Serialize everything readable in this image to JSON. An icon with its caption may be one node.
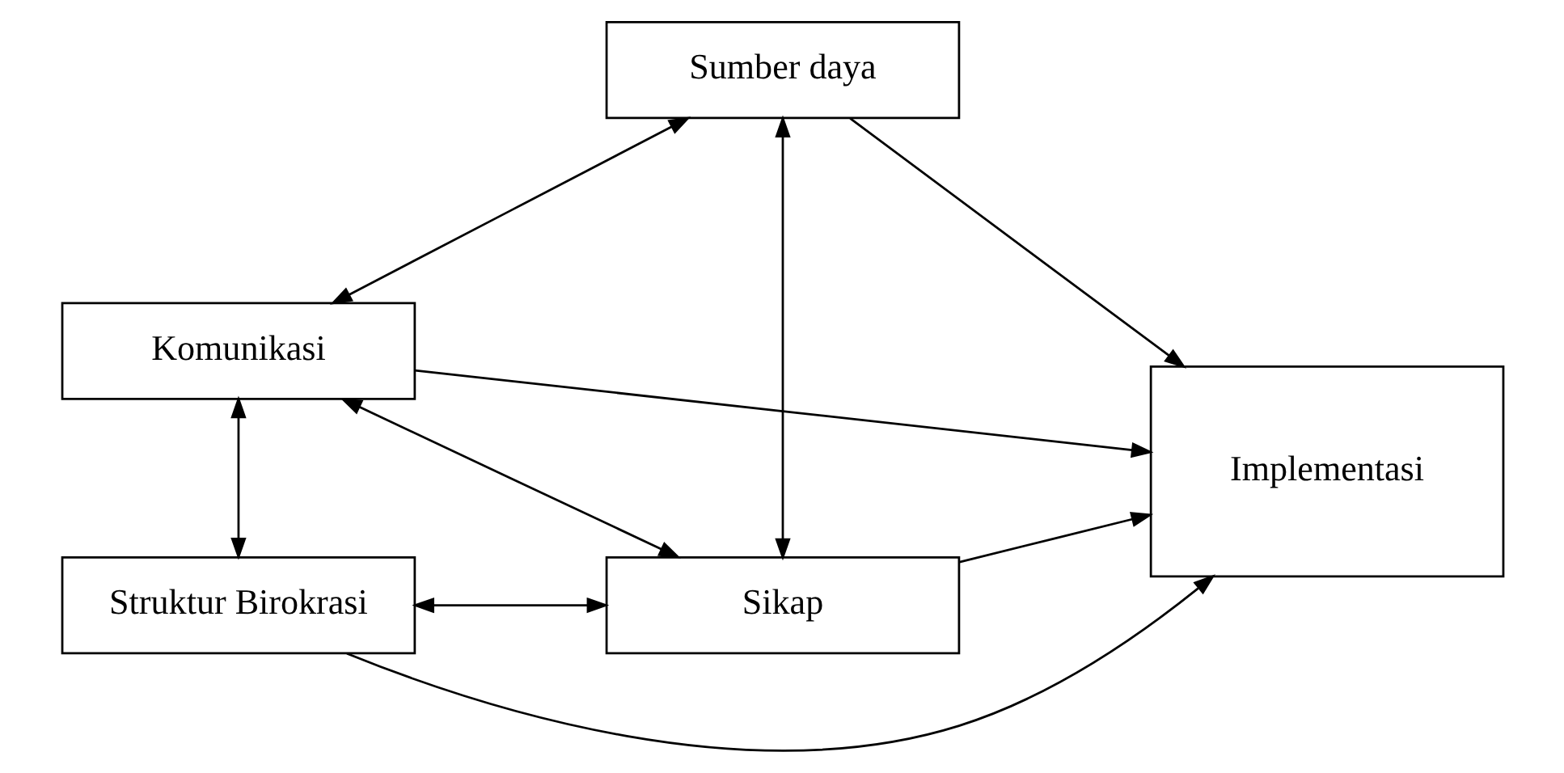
{
  "diagram": {
    "nodes": [
      {
        "text": [
          "Komunikasi"
        ]
      },
      {
        "text": [
          "Sumber daya"
        ]
      },
      {
        "text": [
          "Sikap"
        ]
      },
      {
        "text": [
          "Struktur Birokrasi"
        ]
      },
      {
        "text": [
          "Implementasi"
        ]
      }
    ],
    "edges": [
      {
        "from": 0,
        "to": 4,
        "arrow": "to"
      },
      {
        "from": 0,
        "to": 3,
        "arrow": "both"
      },
      {
        "from": 0,
        "to": 1,
        "arrow": "both"
      },
      {
        "from": 0,
        "to": 2,
        "arrow": "both"
      },
      {
        "from": 1,
        "to": 2,
        "arrow": "both"
      },
      {
        "from": 1,
        "to": 4,
        "arrow": "to"
      },
      {
        "from": 2,
        "to": 4,
        "arrow": "to"
      },
      {
        "from": 2,
        "to": 3,
        "arrow": "both"
      },
      {
        "from": 3,
        "to": 4,
        "arrow": "to"
      }
    ]
  }
}
